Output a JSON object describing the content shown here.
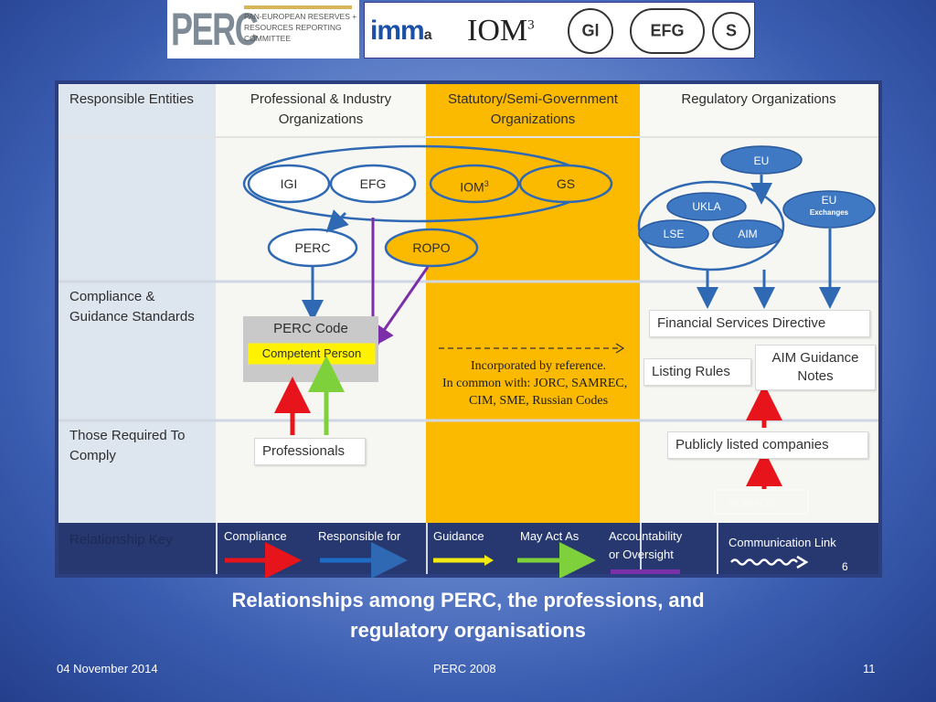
{
  "logos": {
    "perc_word": "PERC",
    "perc_subtitle": [
      "PAN-EUROPEAN RESERVES +",
      "RESOURCES REPORTING",
      "COMMITTEE"
    ],
    "imma_word": "imm",
    "imma_suffix": "a",
    "iom_word": "IOM",
    "iom_sup": "3",
    "colors": {
      "perc_gold": "#d7b65b",
      "imma_blue": "#1b4fa8"
    }
  },
  "diagram": {
    "row_labels": {
      "entities": "Responsible Entities",
      "compliance": "Compliance & Guidance Standards",
      "comply": "Those Required To Comply",
      "key": "Relationship Key"
    },
    "column_headers": {
      "professional": "Professional & Industry Organizations",
      "statutory": "Statutory/Semi-Government Organizations",
      "regulatory": "Regulatory Organizations"
    },
    "entities": {
      "igi": "IGI",
      "efg": "EFG",
      "iom_base": "IOM",
      "iom_sup": "3",
      "gs": "GS",
      "perc": "PERC",
      "ropo": "ROPO",
      "eu": "EU",
      "ukla": "UKLA",
      "eu_ex_line1": "EU",
      "eu_ex_line2": "Exchanges",
      "lse": "LSE",
      "aim": "AIM"
    },
    "standards": {
      "perc_code": "PERC Code",
      "competent_person": "Competent Person",
      "fsd": "Financial Services Directive",
      "listing_rules": "Listing Rules",
      "aim_guidance": "AIM Guidance Notes"
    },
    "statutory_note": {
      "line1": "Incorporated by reference.",
      "line2": "In common with: JORC, SAMREC,",
      "line3": "CIM, SME, Russian Codes"
    },
    "comply": {
      "professionals": "Professionals",
      "listed": "Publicly listed companies",
      "faint": "NOMADS"
    },
    "key": {
      "compliance": "Compliance",
      "responsible": "Responsible for",
      "guidance": "Guidance",
      "may_act": "May Act As",
      "accountability_1": "Accountability",
      "accountability_2": "or Oversight",
      "communication": "Communication Link",
      "page_num": "6"
    },
    "colors": {
      "compliance": "#e8141c",
      "responsible": "#1f6cc7",
      "guidance": "#f2ea12",
      "may_act": "#7fd13b",
      "accountability": "#7b2fa8",
      "statutory_col": "#fbb900",
      "entity_blue": "#2f69b3",
      "node_blue": "#3f79c4"
    }
  },
  "caption": {
    "line1": "Relationships among PERC, the professions, and",
    "line2": "regulatory organisations"
  },
  "footer": {
    "date": "04 November 2014",
    "center": "PERC 2008",
    "page": "11"
  }
}
